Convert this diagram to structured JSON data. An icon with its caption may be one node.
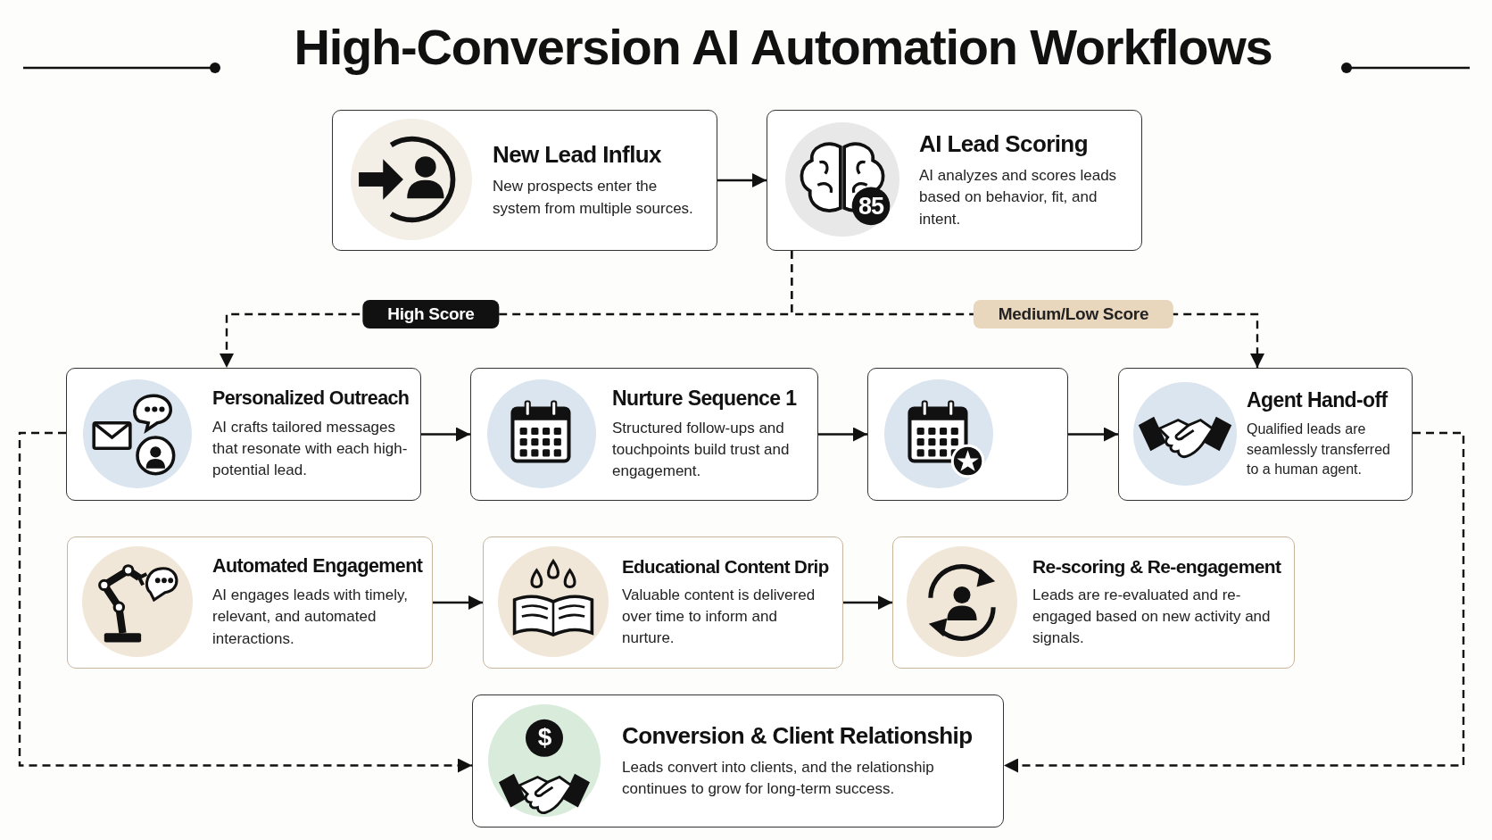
{
  "diagram": {
    "title": "High-Conversion AI Automation Workflows",
    "nodes": [
      {
        "text": [
          "New Lead Influx",
          "New prospects enter the system from multiple sources."
        ]
      },
      {
        "text": [
          "AI Lead Scoring",
          "AI analyzes and scores leads based on behavior, fit, and intent."
        ]
      },
      {
        "text": [
          "Personalized Outreach",
          "AI crafts tailored messages that resonate with each high-potential lead."
        ]
      },
      {
        "text": [
          "Nurture Sequence 1",
          "Structured follow-ups and touchpoints build trust and engagement."
        ]
      },
      {
        "text": [],
        "shape": "box"
      },
      {
        "text": [
          "Agent Hand-off",
          "Qualified leads are seamlessly transferred to a human agent."
        ]
      },
      {
        "text": [
          "Automated Engagement",
          "AI engages leads with timely, relevant, and automated interactions."
        ]
      },
      {
        "text": [
          "Educational Content Drip",
          "Valuable content is delivered over time to inform and nurture."
        ]
      },
      {
        "text": [
          "Re-scoring & Re-engagement",
          "Leads are re-evaluated and re-engaged based on new activity and signals."
        ]
      },
      {
        "text": [
          "Conversion & Client Relationship",
          "Leads convert into clients, and the relationship continues to grow for long-term success."
        ]
      }
    ],
    "edges": [
      {
        "from": 0,
        "to": 1,
        "arrow": "to"
      },
      {
        "from": 1,
        "to": 2,
        "arrow": "to",
        "label": "High Score",
        "style": "dashed"
      },
      {
        "from": 1,
        "to": 5,
        "arrow": "to",
        "label": "Medium/Low Score",
        "style": "dashed"
      },
      {
        "from": 2,
        "to": 3,
        "arrow": "to"
      },
      {
        "from": 3,
        "to": 4,
        "arrow": "to"
      },
      {
        "from": 4,
        "to": 5,
        "arrow": "to"
      },
      {
        "from": 6,
        "to": 7,
        "arrow": "to"
      },
      {
        "from": 7,
        "to": 8,
        "arrow": "to"
      },
      {
        "from": 2,
        "to": 9,
        "arrow": "to",
        "style": "dashed"
      },
      {
        "from": 5,
        "to": 9,
        "arrow": "to",
        "style": "dashed"
      }
    ],
    "labels": [
      "85",
      "$"
    ]
  }
}
